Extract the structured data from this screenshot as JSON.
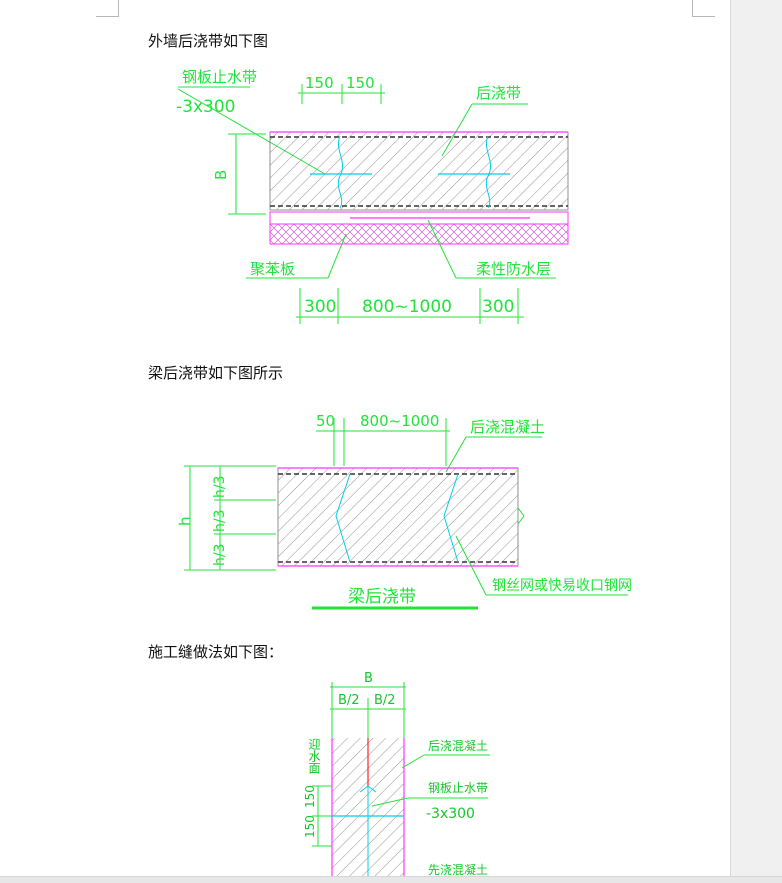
{
  "headings": {
    "wall": "外墙后浇带如下图",
    "beam": "梁后浇带如下图所示",
    "joint": "施工缝做法如下图："
  },
  "wall_drawing": {
    "steel_plate_label": "钢板止水带",
    "steel_plate_size": "-3x300",
    "dim_top_left": "150",
    "dim_top_right": "150",
    "post_cast_label": "后浇带",
    "dim_B": "B",
    "polystyrene_label": "聚苯板",
    "waterproof_label": "柔性防水层",
    "dim_bottom_left": "300",
    "dim_bottom_mid": "800~1000",
    "dim_bottom_right": "300"
  },
  "beam_drawing": {
    "dim_50": "50",
    "dim_span": "800~1000",
    "concrete_label": "后浇混凝土",
    "dim_h": "h",
    "dim_h3_top": "h/3",
    "dim_h3_mid": "h/3",
    "dim_h3_bot": "h/3",
    "mesh_label": "钢丝网或快易收口钢网",
    "title": "梁后浇带"
  },
  "joint_drawing": {
    "dim_B": "B",
    "dim_B2_left": "B/2",
    "dim_B2_right": "B/2",
    "water_face_label": "迎水面",
    "dim_150": "150",
    "dim_150b": "150",
    "post_concrete_label": "后浇混凝土",
    "steel_plate_label": "钢板止水带",
    "steel_plate_size": "-3x300",
    "pre_concrete_label": "先浇混凝土"
  },
  "colors": {
    "cad_green": "#22e33a",
    "cad_magenta": "#ff33ff",
    "cad_cyan": "#00cfe8",
    "cad_red": "#ff2020",
    "hatch": "#555555"
  }
}
